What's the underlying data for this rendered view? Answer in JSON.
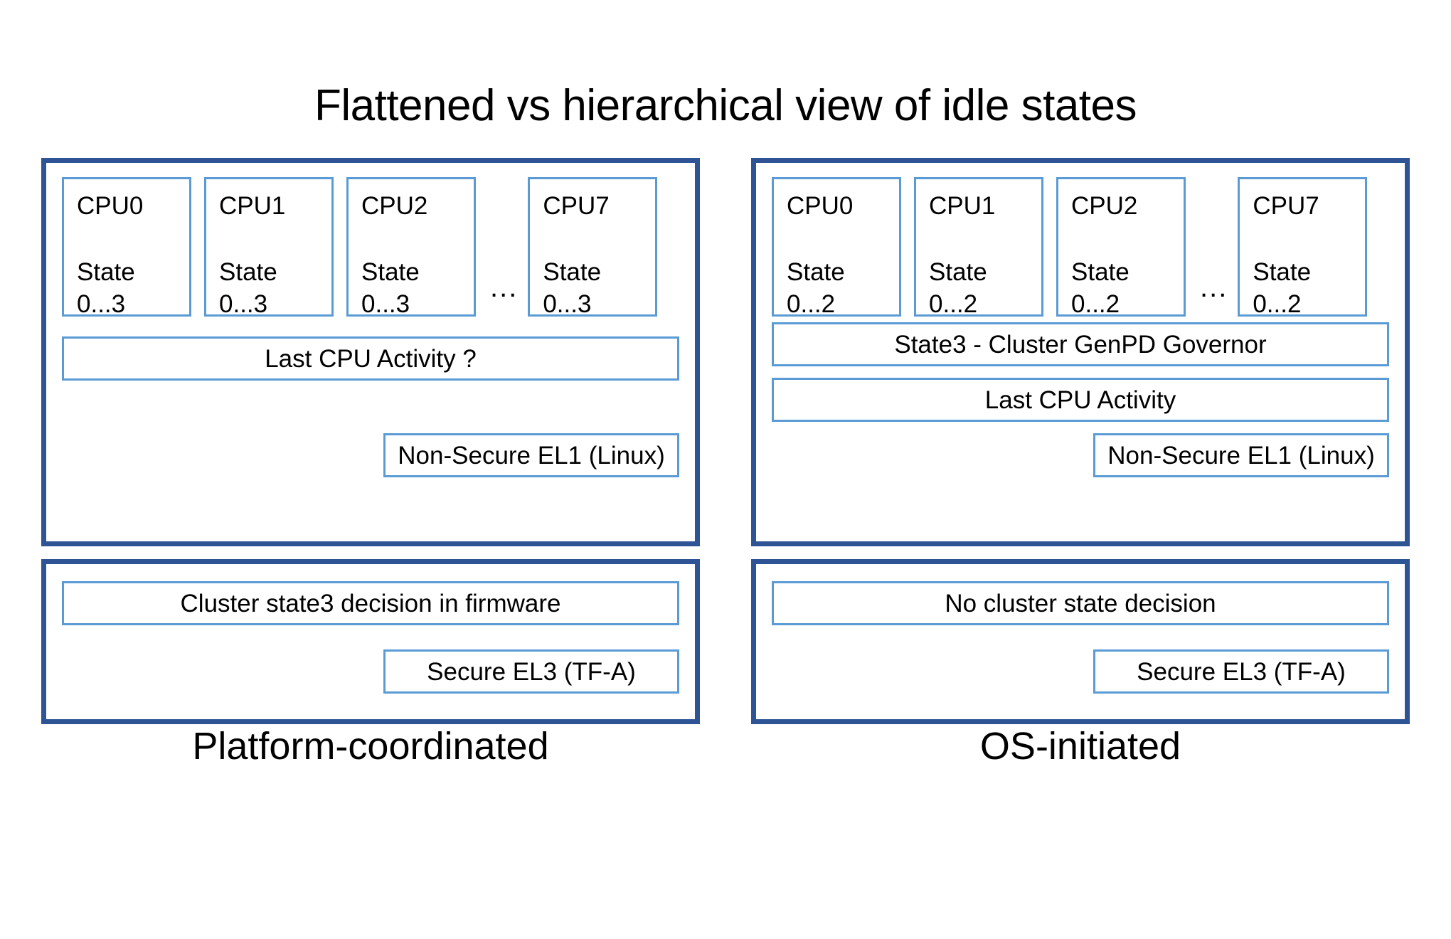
{
  "title": "Flattened vs hierarchical view of idle states",
  "colors": {
    "outer_border": "#2F5496",
    "inner_border": "#5B9BD5",
    "background": "#FFFFFF",
    "text": "#000000"
  },
  "columns": [
    {
      "caption": "Platform-coordinated",
      "el1_panel": {
        "cpus": [
          {
            "name": "CPU0",
            "state_label": "State",
            "state_range": "0...3"
          },
          {
            "name": "CPU1",
            "state_label": "State",
            "state_range": "0...3"
          },
          {
            "name": "CPU2",
            "state_label": "State",
            "state_range": "0...3"
          },
          {
            "name": "CPU7",
            "state_label": "State",
            "state_range": "0...3"
          }
        ],
        "ellipsis": "...",
        "governor_bar": null,
        "last_cpu_activity": "Last CPU Activity ?",
        "exception_level": "Non-Secure EL1 (Linux)"
      },
      "el3_panel": {
        "decision": "Cluster state3 decision in firmware",
        "exception_level": "Secure EL3 (TF-A)"
      }
    },
    {
      "caption": "OS-initiated",
      "el1_panel": {
        "cpus": [
          {
            "name": "CPU0",
            "state_label": "State",
            "state_range": "0...2"
          },
          {
            "name": "CPU1",
            "state_label": "State",
            "state_range": "0...2"
          },
          {
            "name": "CPU2",
            "state_label": "State",
            "state_range": "0...2"
          },
          {
            "name": "CPU7",
            "state_label": "State",
            "state_range": "0...2"
          }
        ],
        "ellipsis": "...",
        "governor_bar": "State3 - Cluster GenPD Governor",
        "last_cpu_activity": "Last CPU Activity",
        "exception_level": "Non-Secure EL1 (Linux)"
      },
      "el3_panel": {
        "decision": "No cluster state decision",
        "exception_level": "Secure EL3 (TF-A)"
      }
    }
  ]
}
